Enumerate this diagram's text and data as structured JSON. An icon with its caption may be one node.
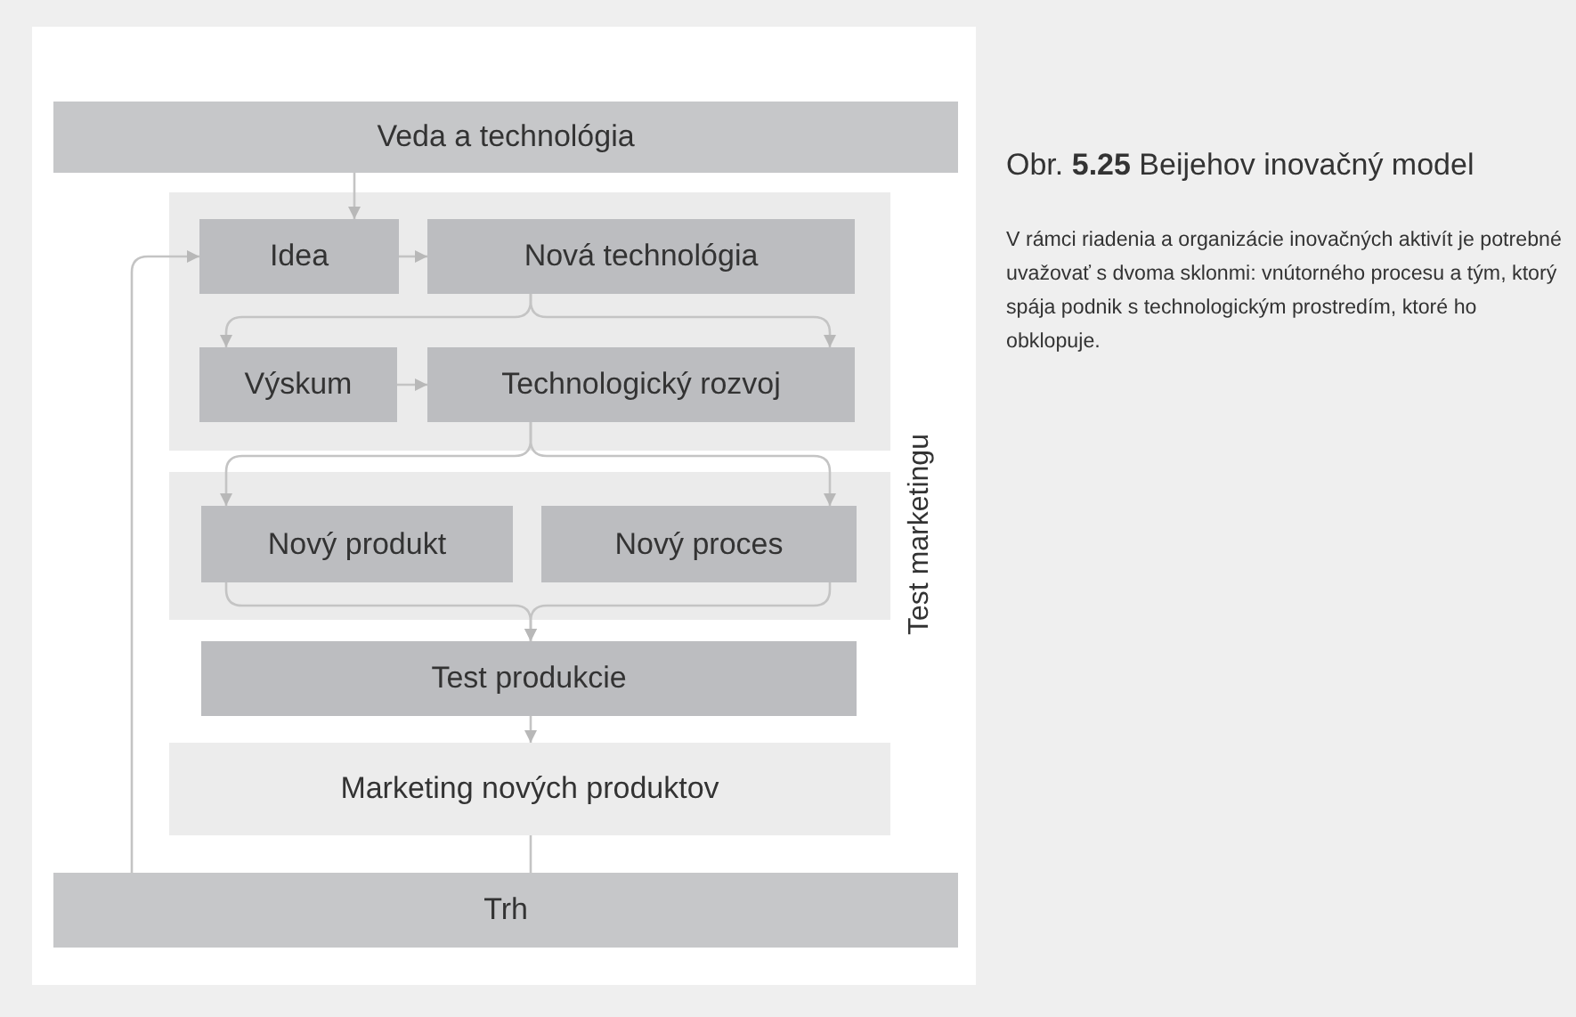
{
  "diagram": {
    "title": "Obr. **5.25** Beijehov inovačný model",
    "caption": "V rámci riadenia a organizácie inovačných aktivít je potrebné uvažovať s dvoma sklonmi: vnútorného procesu a tým, ktorý spája podnik s technologickým prostredím, ktoré ho obklopuje.",
    "nodes": [
      {
        "text": [
          "Veda a technológia"
        ]
      },
      {
        "text": [],
        "shape": "box"
      },
      {
        "text": [
          "Idea"
        ],
        "in": 1
      },
      {
        "text": [
          "Nová technológia"
        ],
        "in": 1
      },
      {
        "text": [
          "Výskum"
        ],
        "in": 1
      },
      {
        "text": [
          "Technologický rozvoj"
        ],
        "in": 1
      },
      {
        "text": [],
        "shape": "box"
      },
      {
        "text": [
          "Nový produkt"
        ],
        "in": 6
      },
      {
        "text": [
          "Nový proces"
        ],
        "in": 6
      },
      {
        "text": [
          "Test produkcie"
        ]
      },
      {
        "text": [
          "Marketing nových produktov"
        ]
      },
      {
        "text": [
          "Trh"
        ]
      }
    ],
    "edges": [
      {
        "from": 0,
        "to": 2,
        "arrow": "to"
      },
      {
        "from": 2,
        "to": 3,
        "arrow": "to"
      },
      {
        "from": 3,
        "to": 4,
        "arrow": "to"
      },
      {
        "from": 3,
        "to": 5,
        "arrow": "to"
      },
      {
        "from": 4,
        "to": 5,
        "arrow": "to"
      },
      {
        "from": 5,
        "to": 7,
        "arrow": "to"
      },
      {
        "from": 5,
        "to": 8,
        "arrow": "to"
      },
      {
        "from": 7,
        "to": 9,
        "arrow": "to"
      },
      {
        "from": 8,
        "to": 9,
        "arrow": "to"
      },
      {
        "from": 9,
        "to": 10,
        "arrow": "to"
      },
      {
        "from": 10,
        "to": 11,
        "arrow": "none"
      },
      {
        "from": 11,
        "to": 2,
        "arrow": "to"
      }
    ],
    "labels": [
      "Test marketingu"
    ]
  }
}
